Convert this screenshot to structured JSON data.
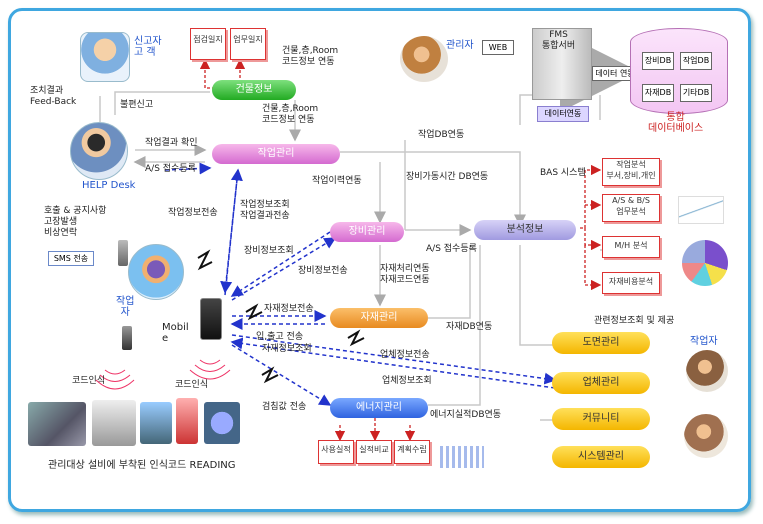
{
  "labels": {
    "reporter": "신고자\n고 객",
    "feedback": "조치결과\nFeed-Back",
    "complaint": "불편신고",
    "helpdesk": "HELP Desk",
    "result_confirm": "작업결과 확인",
    "as_register": "A/S 접수등록",
    "notice": "호출 & 공지사항\n고장발생\n비상연락",
    "sms": "SMS 전송",
    "worker_left": "작업\n자",
    "mobile": "Mobil\ne",
    "code_recog_1": "코드인식",
    "code_recog_2": "코드인식",
    "bottom_caption": "관리대상 설비에 부착된 인식코드 READING",
    "inspection_log": "점검일지",
    "work_log": "업무일지",
    "bldg_room_1": "건물,층,Room\n코드정보 연동",
    "bldg_room_2": "건물,층,Room\n코드정보 연동",
    "admin": "관리자",
    "web": "WEB",
    "fms": "FMS\n통합서버",
    "data_link_1": "데이터 연동",
    "data_link_2": "데이터연동",
    "db_equipment": "장비DB",
    "db_work": "작업DB",
    "db_material": "자재DB",
    "db_other": "기타DB",
    "integrated_db": "통합\n데이터베이스",
    "work_db_link": "작업DB연동",
    "work_history_link": "작업이력연동",
    "work_info_send": "작업정보전송",
    "work_info_query": "작업정보조회\n작업결과전송",
    "equip_info_query": "장비정보조회",
    "equip_info_send": "장비정보전송",
    "equip_uptime": "장비가동시간 DB연동",
    "bas": "BAS 시스템",
    "as_register_2": "A/S 접수등록",
    "material_link": "자재처리연동\n자재코드연동",
    "material_info_send": "자재정보전송",
    "inout_send": "입,출고 전송",
    "material_query": "자재정보조회",
    "material_db": "자재DB연동",
    "vendor_send": "업체정보전송",
    "vendor_query": "업체정보조회",
    "meter_send": "검침값 전송",
    "energy_db": "에너지실적DB연동",
    "related_info": "관련정보조회 및 제공",
    "worker_right": "작업자"
  },
  "nodes": {
    "building": "건물정보",
    "work": "작업관리",
    "equipment": "장비관리",
    "material": "자재관리",
    "energy": "에너지관리",
    "analysis": "분석정보",
    "drawing": "도면관리",
    "vendor": "업체관리",
    "community": "커뮤니티",
    "system": "시스템관리"
  },
  "analysis_docs": [
    "작업분석\n부서,장비,개인",
    "A/S & B/S\n업무분석",
    "M/H 분석",
    "자재비용분석"
  ],
  "energy_docs": [
    "사용실적",
    "실적비교",
    "계획수립"
  ]
}
